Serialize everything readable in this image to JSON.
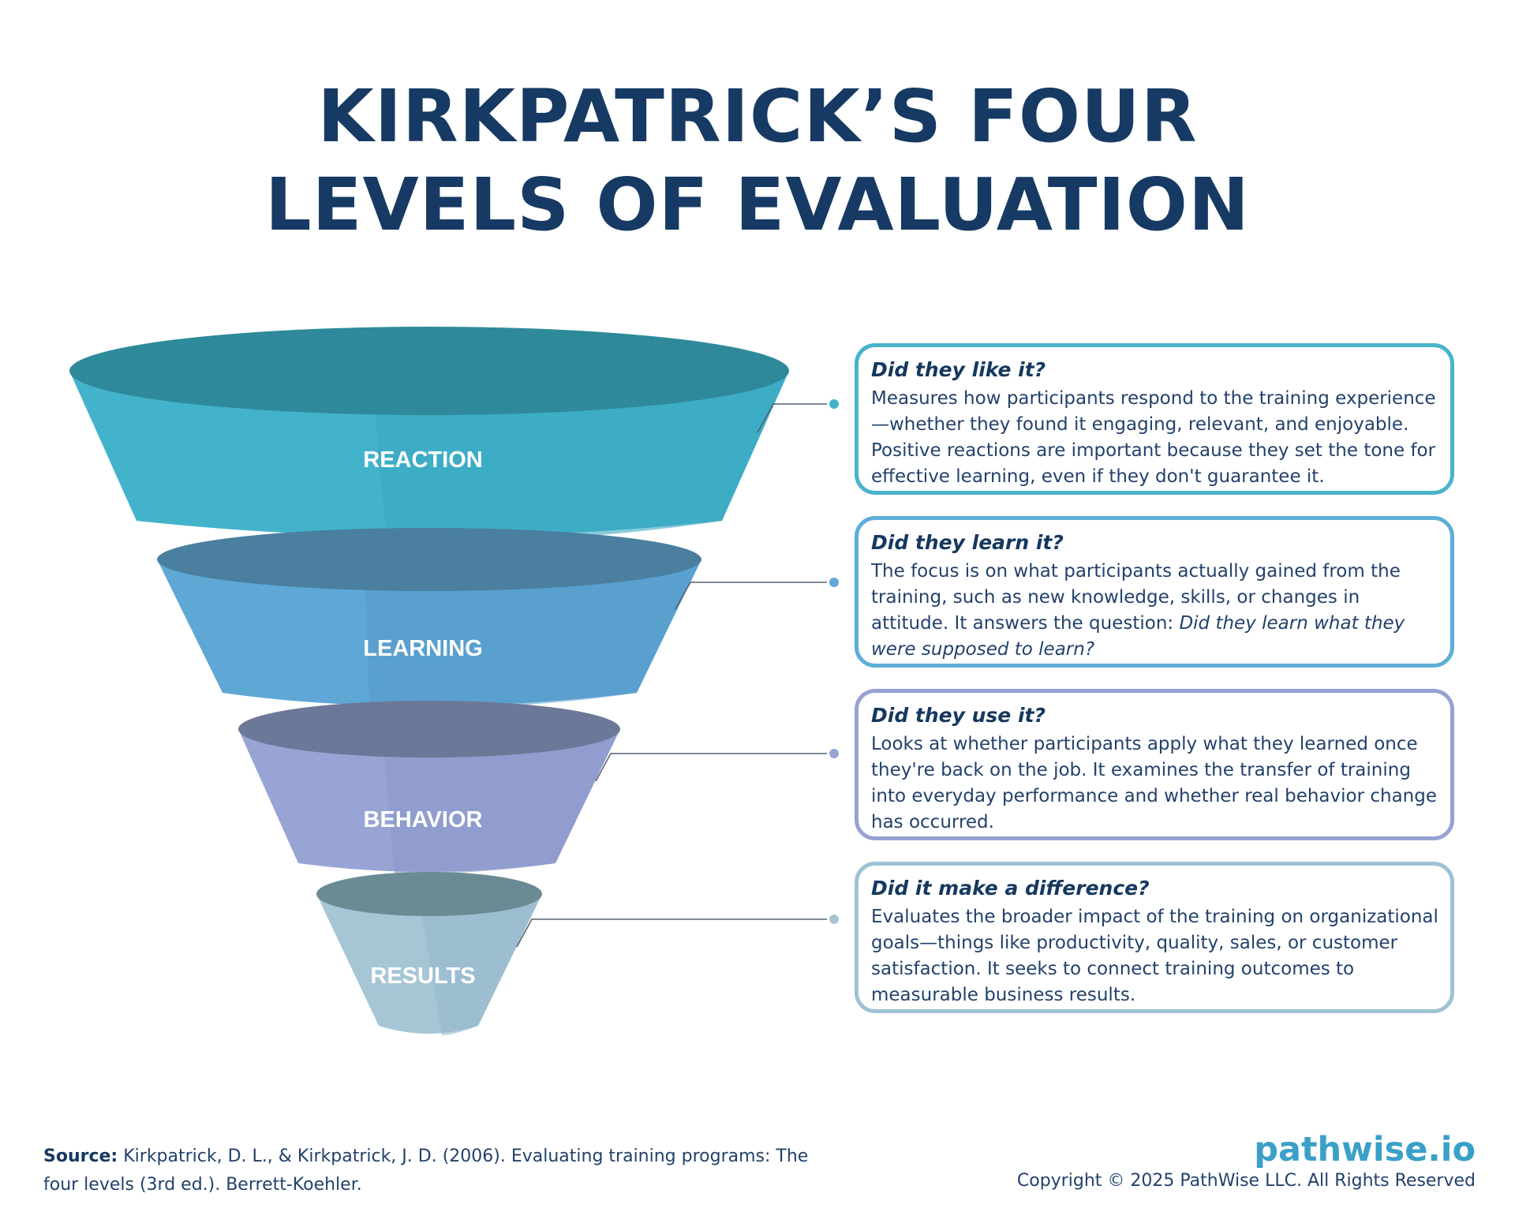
{
  "title": {
    "line1": "KIRKPATRICK’S FOUR",
    "line2": "LEVELS OF EVALUATION"
  },
  "levels": [
    {
      "label": "REACTION",
      "question": "Did they like it?",
      "description": "Measures how participants respond to the training experience—whether they found it engaging, relevant, and enjoyable. Positive reactions are important because they set the tone for effective learning, even if they don't guarantee it.",
      "color": "#43b3cb",
      "top_color": "#2e8a9a",
      "border_color": "#4ab3cc"
    },
    {
      "label": "LEARNING",
      "question": "Did they learn it?",
      "description_parts": [
        "The focus is on what participants actually gained from the training, such as new knowledge, skills, or changes in attitude. It answers the question: ",
        "Did they learn what they were supposed to learn?"
      ],
      "color": "#5fa8d6",
      "top_color": "#4a7fa0",
      "border_color": "#5eaed8"
    },
    {
      "label": "BEHAVIOR",
      "question": "Did they use it?",
      "description": "Looks at whether participants apply what they learned once they're back on the job. It examines the transfer of training into everyday performance and whether real behavior change has occurred.",
      "color": "#98a4d4",
      "top_color": "#6c7898",
      "border_color": "#96a2d2"
    },
    {
      "label": "RESULTS",
      "question": "Did it make a difference?",
      "description": "Evaluates the broader impact of the training on organizational goals—things like productivity, quality, sales, or customer satisfaction. It seeks to connect training outcomes to measurable business results.",
      "color": "#a6c6d6",
      "top_color": "#6b8b94",
      "border_color": "#9ec2d4"
    }
  ],
  "footer": {
    "source_label": "Source:",
    "source_text": "Kirkpatrick, D. L., & Kirkpatrick, J. D. (2006). Evaluating training programs: The four levels (3rd ed.). Berrett-Koehler.",
    "brand": "pathwise.io",
    "copyright": "Copyright © 2025 PathWise LLC. All Rights Reserved"
  }
}
